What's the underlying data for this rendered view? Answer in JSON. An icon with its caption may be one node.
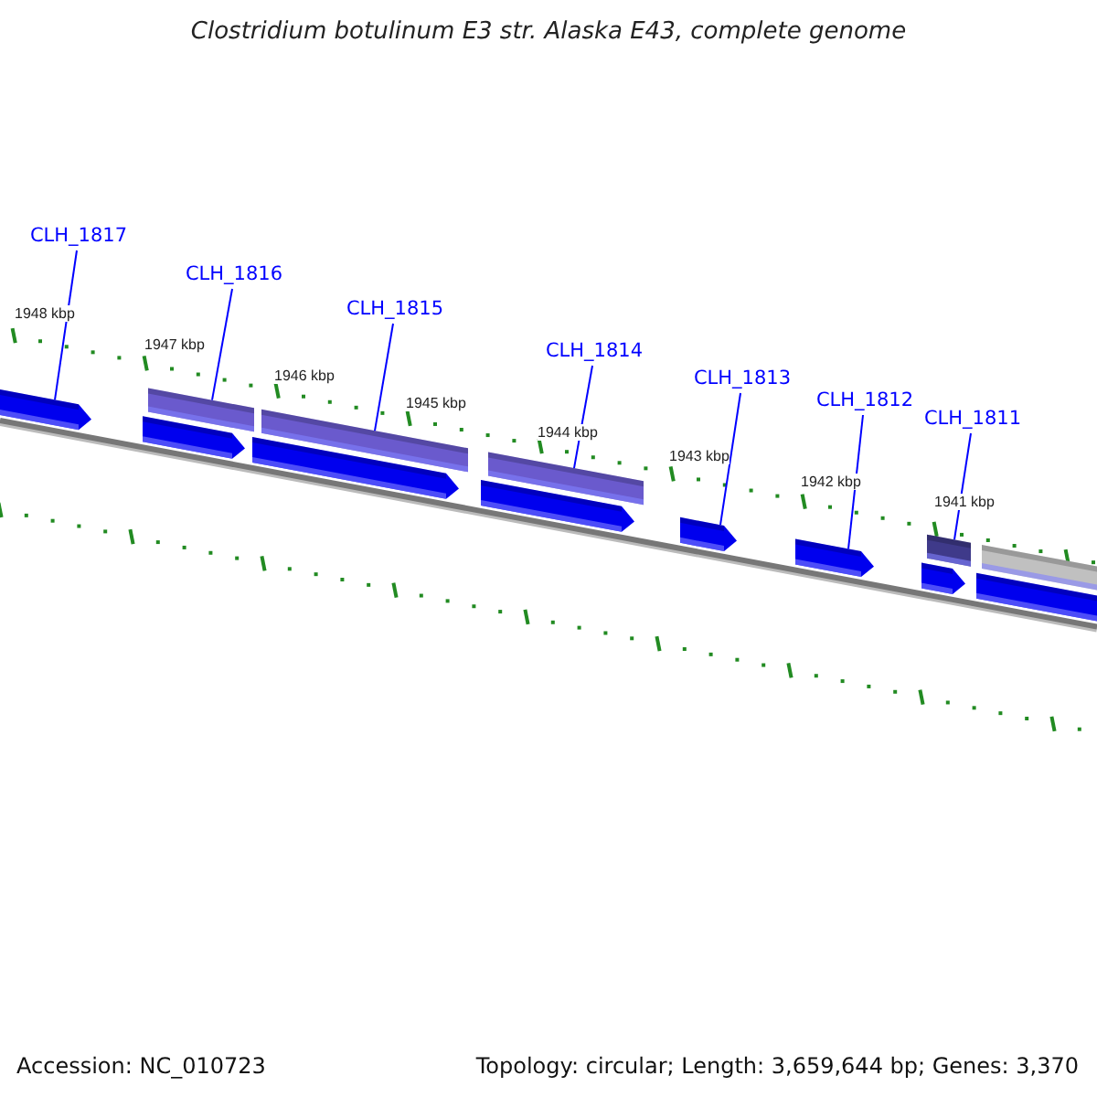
{
  "diagram": {
    "title": "Clostridium botulinum E3 str. Alaska E43, complete genome",
    "nodes": [
      {
        "text": [
          "CLH_1817"
        ]
      },
      {
        "text": [
          "CLH_1816"
        ]
      },
      {
        "text": [
          "CLH_1815"
        ]
      },
      {
        "text": [
          "CLH_1814"
        ]
      },
      {
        "text": [
          "CLH_1813"
        ]
      },
      {
        "text": [
          "CLH_1812"
        ]
      },
      {
        "text": [
          "CLH_1811"
        ]
      },
      {
        "text": [],
        "shape": "arrow"
      },
      {
        "text": [],
        "shape": "arrow"
      },
      {
        "text": [],
        "shape": "bar"
      },
      {
        "text": [],
        "shape": "arrow"
      },
      {
        "text": [],
        "shape": "bar"
      },
      {
        "text": [],
        "shape": "arrow"
      },
      {
        "text": [],
        "shape": "bar"
      },
      {
        "text": [],
        "shape": "arrow"
      },
      {
        "text": [],
        "shape": "arrow"
      },
      {
        "text": [],
        "shape": "arrow"
      },
      {
        "text": [],
        "shape": "bar"
      },
      {
        "text": [],
        "shape": "arrow"
      },
      {
        "text": [],
        "shape": "bar"
      }
    ],
    "edges": [
      {
        "from": 0,
        "to": 7,
        "arrow": "none"
      },
      {
        "from": 1,
        "to": 9,
        "arrow": "none"
      },
      {
        "from": 2,
        "to": 11,
        "arrow": "none"
      },
      {
        "from": 3,
        "to": 13,
        "arrow": "none"
      },
      {
        "from": 4,
        "to": 14,
        "arrow": "none"
      },
      {
        "from": 5,
        "to": 15,
        "arrow": "none"
      },
      {
        "from": 6,
        "to": 17,
        "arrow": "none"
      }
    ],
    "labels": [
      "1948 kbp",
      "1947 kbp",
      "1946 kbp",
      "1945 kbp",
      "1944 kbp",
      "1943 kbp",
      "1942 kbp",
      "1941 kbp",
      "Accession: NC_010723",
      "Topology: circular; Length: 3,659,644 bp; Genes: 3,370"
    ]
  }
}
